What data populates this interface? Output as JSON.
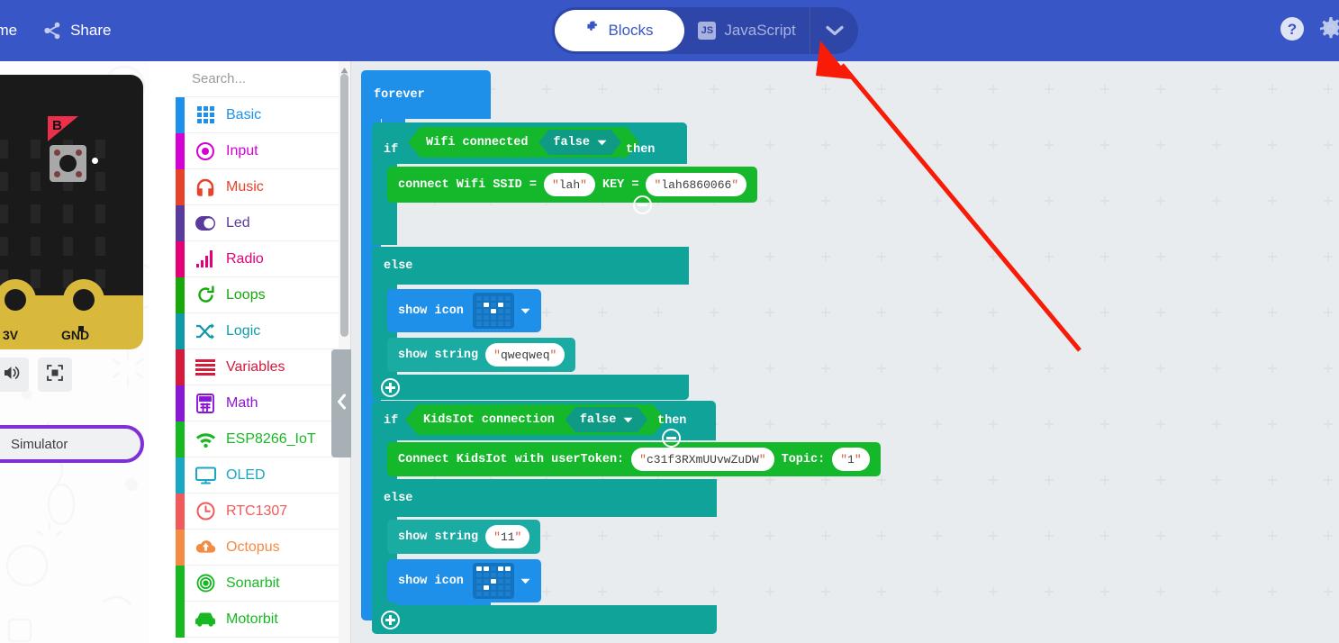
{
  "header": {
    "home_label": "ome",
    "share_label": "Share",
    "share_icon": "share-icon",
    "help_icon": "help-question-icon",
    "settings_icon": "gear-icon",
    "tabs": {
      "blocks_label": "Blocks",
      "blocks_icon": "puzzle-icon",
      "javascript_label": "JavaScript",
      "javascript_badge": "JS",
      "dropdown_icon": "chevron-down-icon"
    },
    "bg_color": "#3956c6",
    "tab_bg_color": "#2e46a8"
  },
  "simulator": {
    "board_name": "microbit-board",
    "pad_3v_label": "3V",
    "pad_gnd_label": "GND",
    "button_b_label": "B",
    "sound_icon": "speaker-icon",
    "fullscreen_icon": "fullscreen-icon",
    "pill_label": "Simulator",
    "pill_border_color": "#7e2fd8"
  },
  "toolbox": {
    "search_placeholder": "Search...",
    "search_icon": "magnifier-icon",
    "collapse_icon": "chevron-left-icon",
    "scroll_up_icon": "caret-up-icon",
    "categories": [
      {
        "label": "Basic",
        "color": "#1e90ea",
        "icon": "grid-icon"
      },
      {
        "label": "Input",
        "color": "#d400d4",
        "icon": "target-icon"
      },
      {
        "label": "Music",
        "color": "#e8422a",
        "icon": "headphones-icon"
      },
      {
        "label": "Led",
        "color": "#5b3a9e",
        "icon": "toggle-icon"
      },
      {
        "label": "Radio",
        "color": "#e5007a",
        "icon": "signal-bars-icon"
      },
      {
        "label": "Loops",
        "color": "#17a80a",
        "icon": "refresh-arrow-icon"
      },
      {
        "label": "Logic",
        "color": "#0f9aa8",
        "icon": "shuffle-icon"
      },
      {
        "label": "Variables",
        "color": "#d61a3c",
        "icon": "lines-icon"
      },
      {
        "label": "Math",
        "color": "#8b17d6",
        "icon": "calculator-icon"
      },
      {
        "label": "ESP8266_IoT",
        "color": "#17b822",
        "icon": "wifi-icon"
      },
      {
        "label": "OLED",
        "color": "#18a8c4",
        "icon": "monitor-icon"
      },
      {
        "label": "RTC1307",
        "color": "#f05a5a",
        "icon": "clock-icon"
      },
      {
        "label": "Octopus",
        "color": "#f58a42",
        "icon": "cloud-upload-icon"
      },
      {
        "label": "Sonarbit",
        "color": "#17b822",
        "icon": "concentric-circles-icon"
      },
      {
        "label": "Motorbit",
        "color": "#17b822",
        "icon": "car-icon"
      }
    ]
  },
  "workspace": {
    "bg_color": "#e9ecee",
    "forever_label": "forever",
    "if_label": "if",
    "then_label": "then",
    "else_label": "else",
    "blocks": {
      "wifi_condition": "Wifi connected",
      "wifi_condition_value": "false",
      "connect_wifi_label": "connect Wifi SSID =",
      "connect_wifi_ssid": "lah",
      "connect_wifi_key_label": "KEY =",
      "connect_wifi_key": "lah6860066",
      "show_icon_label": "show icon",
      "show_string_label": "show string",
      "show_string_value_1": "qweqweq",
      "kidsiot_condition": "KidsIot connection",
      "kidsiot_condition_value": "false",
      "connect_kidsiot_label": "Connect KidsIot with userToken:",
      "connect_kidsiot_token": "c31f3RXmUUvwZuDW",
      "connect_kidsiot_topic_label": "Topic:",
      "connect_kidsiot_topic": "1",
      "show_string_value_2": "11"
    },
    "icon_pattern_1": [
      [
        0,
        0,
        0,
        0,
        0
      ],
      [
        0,
        1,
        0,
        1,
        0
      ],
      [
        0,
        0,
        1,
        0,
        0
      ],
      [
        0,
        0,
        0,
        0,
        0
      ],
      [
        0,
        0,
        0,
        0,
        0
      ]
    ],
    "icon_pattern_2": [
      [
        1,
        1,
        0,
        1,
        1
      ],
      [
        0,
        0,
        0,
        0,
        0
      ],
      [
        0,
        0,
        1,
        0,
        0
      ],
      [
        0,
        1,
        0,
        0,
        0
      ],
      [
        0,
        0,
        0,
        0,
        0
      ]
    ],
    "collapse_icon": "minus-circle-icon",
    "expand_icon": "plus-circle-icon"
  },
  "annotation": {
    "arrow_color": "#f81b07",
    "arrow_name": "red-pointer-arrow"
  }
}
